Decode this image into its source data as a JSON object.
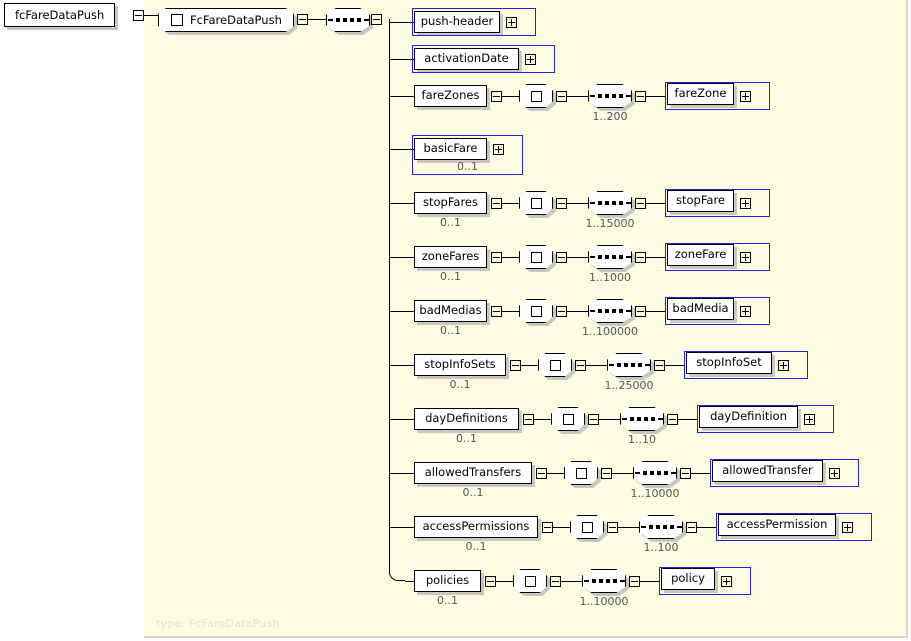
{
  "diagram": {
    "title": "fcFareDataPush",
    "root_element": "fcFareDataPush",
    "type_label": "type: FcFareDataPush",
    "complex_type": "FcFareDataPush",
    "accent_blue": "#2020dd",
    "panel_bg": "#fdfde4",
    "shadow": "#c8c8c0"
  },
  "icons": {
    "expand": "expand-icon",
    "collapse": "collapse-icon",
    "choice": "choice-compositor-icon",
    "sequence": "sequence-compositor-icon"
  },
  "rows": [
    {
      "name": "push-header",
      "occurs": "",
      "optional": true,
      "has_children": false
    },
    {
      "name": "activationDate",
      "occurs": "",
      "optional": true,
      "has_children": false
    },
    {
      "name": "fareZones",
      "occurs": "",
      "optional": false,
      "has_children": true,
      "child": "fareZone",
      "child_occurs": "1..200"
    },
    {
      "name": "basicFare",
      "occurs": "0..1",
      "optional": true,
      "has_children": false
    },
    {
      "name": "stopFares",
      "occurs": "0..1",
      "optional": false,
      "has_children": true,
      "child": "stopFare",
      "child_occurs": "1..15000"
    },
    {
      "name": "zoneFares",
      "occurs": "0..1",
      "optional": false,
      "has_children": true,
      "child": "zoneFare",
      "child_occurs": "1..1000"
    },
    {
      "name": "badMedias",
      "occurs": "0..1",
      "optional": false,
      "has_children": true,
      "child": "badMedia",
      "child_occurs": "1..100000"
    },
    {
      "name": "stopInfoSets",
      "occurs": "0..1",
      "optional": false,
      "has_children": true,
      "child": "stopInfoSet",
      "child_occurs": "1..25000"
    },
    {
      "name": "dayDefinitions",
      "occurs": "0..1",
      "optional": false,
      "has_children": true,
      "child": "dayDefinition",
      "child_occurs": "1..10"
    },
    {
      "name": "allowedTransfers",
      "occurs": "0..1",
      "optional": false,
      "has_children": true,
      "child": "allowedTransfer",
      "child_occurs": "1..10000"
    },
    {
      "name": "accessPermissions",
      "occurs": "0..1",
      "optional": false,
      "has_children": true,
      "child": "accessPermission",
      "child_occurs": "1..100"
    },
    {
      "name": "policies",
      "occurs": "0..1",
      "optional": false,
      "has_children": true,
      "child": "policy",
      "child_occurs": "1..10000"
    }
  ]
}
